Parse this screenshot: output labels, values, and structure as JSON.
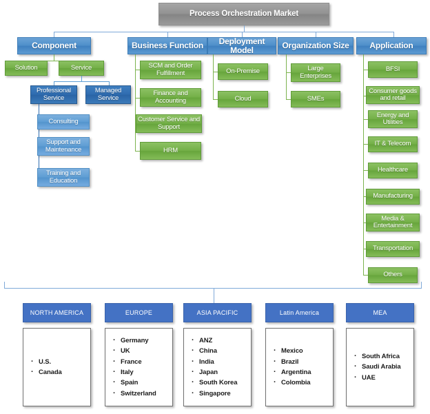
{
  "title": "Process Orchestration Market",
  "segments": [
    {
      "id": "component",
      "label": "Component",
      "children": [
        {
          "label": "Solution"
        },
        {
          "label": "Service",
          "children": [
            {
              "label": "Professional\nService",
              "children": [
                {
                  "label": "Consulting"
                },
                {
                  "label": "Support and\nMaintenance"
                },
                {
                  "label": "Training and\nEducation"
                }
              ]
            },
            {
              "label": "Managed\nService"
            }
          ]
        }
      ]
    },
    {
      "id": "business-function",
      "label": "Business Function",
      "children": [
        {
          "label": "SCM and Order\nFulfillment"
        },
        {
          "label": "Finance and\nAccounting"
        },
        {
          "label": "Customer Service and\nSupport"
        },
        {
          "label": "HRM"
        }
      ]
    },
    {
      "id": "deployment-model",
      "label": "Deployment Model",
      "children": [
        {
          "label": "On-Premise"
        },
        {
          "label": "Cloud"
        }
      ]
    },
    {
      "id": "organization-size",
      "label": "Organization Size",
      "children": [
        {
          "label": "Large\nEnterprises"
        },
        {
          "label": "SMEs"
        }
      ]
    },
    {
      "id": "application",
      "label": "Application",
      "children": [
        {
          "label": "BFSI"
        },
        {
          "label": "Consumer goods\nand retail"
        },
        {
          "label": "Energy and\nUtilities"
        },
        {
          "label": "IT & Telecom"
        },
        {
          "label": "Healthcare"
        },
        {
          "label": "Manufacturing"
        },
        {
          "label": "Media &\nEntertainment"
        },
        {
          "label": "Transportation"
        },
        {
          "label": "Others"
        }
      ]
    }
  ],
  "regions": [
    {
      "id": "north-america",
      "label": "NORTH AMERICA",
      "countries": [
        "U.S.",
        "Canada"
      ]
    },
    {
      "id": "europe",
      "label": "EUROPE",
      "countries": [
        "Germany",
        "UK",
        "France",
        "Italy",
        "Spain",
        "Switzerland"
      ]
    },
    {
      "id": "asia-pacific",
      "label": "ASIA  PACIFIC",
      "countries": [
        "ANZ",
        "China",
        "India",
        "Japan",
        "South Korea",
        "Singapore"
      ]
    },
    {
      "id": "latin-america",
      "label": "Latin America",
      "countries": [
        "Mexico",
        "Brazil",
        "Argentina",
        "Colombia"
      ]
    },
    {
      "id": "mea",
      "label": "MEA",
      "countries": [
        "South Africa",
        "Saudi Arabia",
        "UAE"
      ]
    }
  ],
  "colors": {
    "root": "#919191",
    "level1_blue": "#4e8fca",
    "green": "#74b048",
    "dark_blue": "#2f6cb0",
    "light_blue": "#5f9ed4",
    "region_blue": "#4472c4",
    "connector_blue": "#7fa9d8",
    "connector_green": "#7cb34e"
  }
}
